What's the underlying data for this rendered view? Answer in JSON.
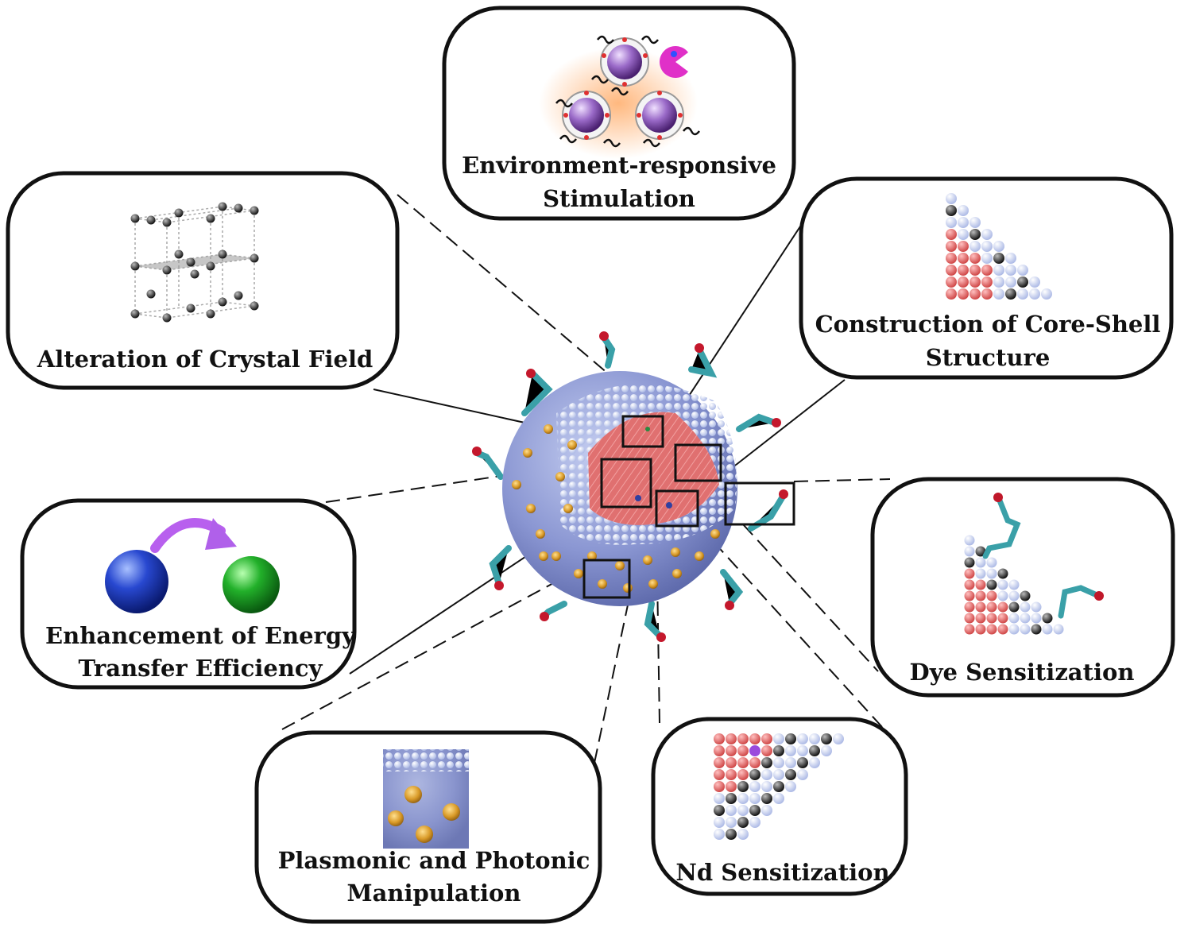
{
  "panels": {
    "environment": {
      "label_line1": "Environment-responsive",
      "label_line2": "Stimulation"
    },
    "crystal_field": {
      "label_line1": "Alteration of Crystal Field"
    },
    "core_shell": {
      "label_line1": "Construction of Core-Shell",
      "label_line2": "Structure"
    },
    "energy_transfer": {
      "label_line1": "Enhancement of Energy",
      "label_line2": "Transfer Efficiency"
    },
    "dye": {
      "label_line1": "Dye Sensitization"
    },
    "plasmonic": {
      "label_line1": "Plasmonic and Photonic",
      "label_line2": "Manipulation"
    },
    "nd": {
      "label_line1": "Nd Sensitization"
    }
  },
  "colors": {
    "shell_blue": "#8c97d4",
    "core_red": "#e06c6c",
    "lattice_atom": "#c9d3ef",
    "gold": "#d9a035",
    "ligand_teal": "#4fb0b8",
    "ligand_end": "#c0182a",
    "donor_blue": "#2040c8",
    "acceptor_green": "#22a832",
    "arrow_purple": "#b05ae8"
  }
}
